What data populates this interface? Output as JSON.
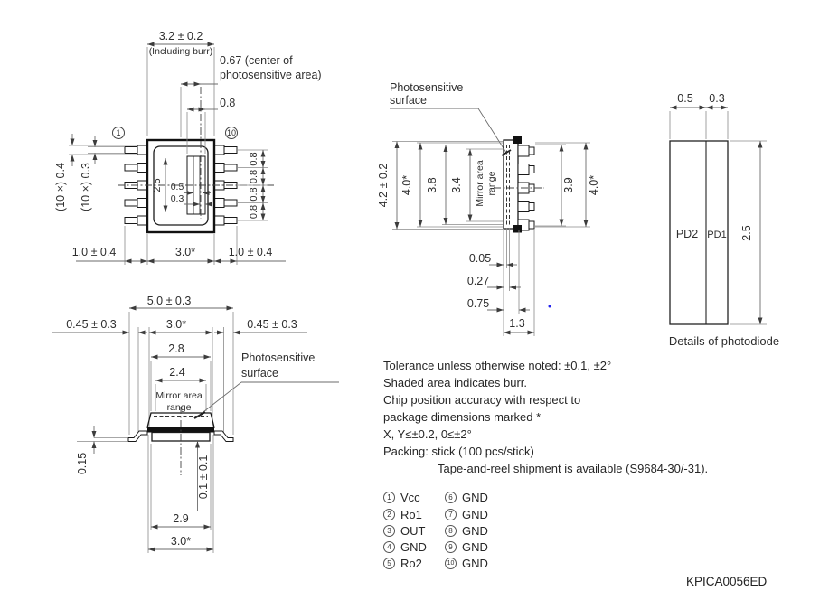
{
  "colors": {
    "line": "#1a1a1a",
    "dimension": "#6b6b6b",
    "text": "#2e2e2e",
    "burr_fill": "#111111",
    "artifact_blue": "#2222ee"
  },
  "fig_top": {
    "dim_width_burr": "3.2 ± 0.2",
    "including_burr": "(Including burr)",
    "center_line1": "0.67 (center of",
    "center_line2": "photosensitive area)",
    "dim_chip": "0.8",
    "pin1_num": "1",
    "pin10_num": "10",
    "lead_04": "(10 ×) 0.4",
    "lead_03": "(10 ×) 0.3",
    "dim_chip_h": "2.5",
    "dim_pd2": "0.5",
    "dim_pd1": "0.3",
    "pitch": "0.8",
    "dim_lead_left": "1.0 ± 0.4",
    "dim_body": "3.0*",
    "dim_lead_right": "1.0 ± 0.4"
  },
  "fig_front": {
    "dim_overall": "5.0 ± 0.3",
    "dim_foot_left": "0.45 ± 0.3",
    "dim_body": "3.0*",
    "dim_foot_right": "0.45 ± 0.3",
    "dim_28": "2.8",
    "dim_24": "2.4",
    "mirror_line1": "Mirror area",
    "mirror_line2": "range",
    "ps_line1": "Photosensitive",
    "ps_line2": "surface",
    "dim_standoff": "0.15",
    "dim_chip_pos": "0.1 ± 0.1",
    "dim_29": "2.9",
    "dim_body_bottom": "3.0*"
  },
  "fig_side": {
    "ps_line1": "Photosensitive",
    "ps_line2": "surface",
    "dim_42": "4.2 ± 0.2",
    "dim_40_left": "4.0*",
    "dim_38": "3.8",
    "dim_34": "3.4",
    "mirror_line1": "Mirror area",
    "mirror_line2": "range",
    "dim_39": "3.9",
    "dim_40_right": "4.0*",
    "dim_005": "0.05",
    "dim_027": "0.27",
    "dim_075": "0.75",
    "dim_13": "1.3"
  },
  "fig_pd": {
    "dim_pd2_w": "0.5",
    "dim_pd1_w": "0.3",
    "pd2_label": "PD2",
    "pd1_label": "PD1",
    "dim_height": "2.5",
    "caption": "Details of photodiode"
  },
  "notes": {
    "lines": [
      "Tolerance unless otherwise noted: ±0.1, ±2°",
      "Shaded area indicates burr.",
      "Chip position accuracy with respect to",
      "package dimensions marked *",
      "X, Y≤±0.2, 0≤±2°",
      "Packing: stick (100 pcs/stick)",
      "Tape-and-reel shipment is available (S9684-30/-31)."
    ]
  },
  "pins": [
    {
      "num": "1",
      "label": "Vcc"
    },
    {
      "num": "2",
      "label": "Ro1"
    },
    {
      "num": "3",
      "label": "OUT"
    },
    {
      "num": "4",
      "label": "GND"
    },
    {
      "num": "5",
      "label": "Ro2"
    },
    {
      "num": "6",
      "label": "GND"
    },
    {
      "num": "7",
      "label": "GND"
    },
    {
      "num": "8",
      "label": "GND"
    },
    {
      "num": "9",
      "label": "GND"
    },
    {
      "num": "10",
      "label": "GND"
    }
  ],
  "doc_code": "KPICA0056ED"
}
